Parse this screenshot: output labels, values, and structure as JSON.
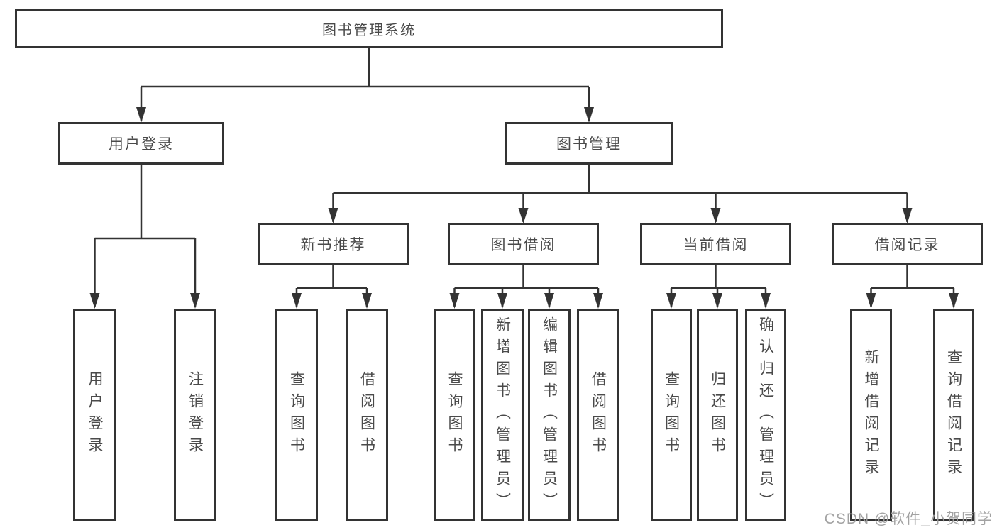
{
  "diagram": {
    "title": "图书管理系统",
    "branches": [
      {
        "label": "用户登录",
        "children": [
          {
            "label": "用户登录"
          },
          {
            "label": "注销登录"
          }
        ]
      },
      {
        "label": "图书管理",
        "children": [
          {
            "label": "新书推荐",
            "children": [
              {
                "label": "查询图书"
              },
              {
                "label": "借阅图书"
              }
            ]
          },
          {
            "label": "图书借阅",
            "children": [
              {
                "label": "查询图书"
              },
              {
                "label": "新增图书（管理员）"
              },
              {
                "label": "编辑图书（管理员）"
              },
              {
                "label": "借阅图书"
              }
            ]
          },
          {
            "label": "当前借阅",
            "children": [
              {
                "label": "查询图书"
              },
              {
                "label": "归还图书"
              },
              {
                "label": "确认归还（管理员）"
              }
            ]
          },
          {
            "label": "借阅记录",
            "children": [
              {
                "label": "新增借阅记录"
              },
              {
                "label": "查询借阅记录"
              }
            ]
          }
        ]
      }
    ]
  },
  "watermark": {
    "text": "CSDN @软件_小贺同学"
  },
  "colors": {
    "line": "#333333",
    "box_border": "#333333",
    "box_background": "#ffffff",
    "text": "#4a4a4a",
    "watermark": "#9e9e9e"
  }
}
